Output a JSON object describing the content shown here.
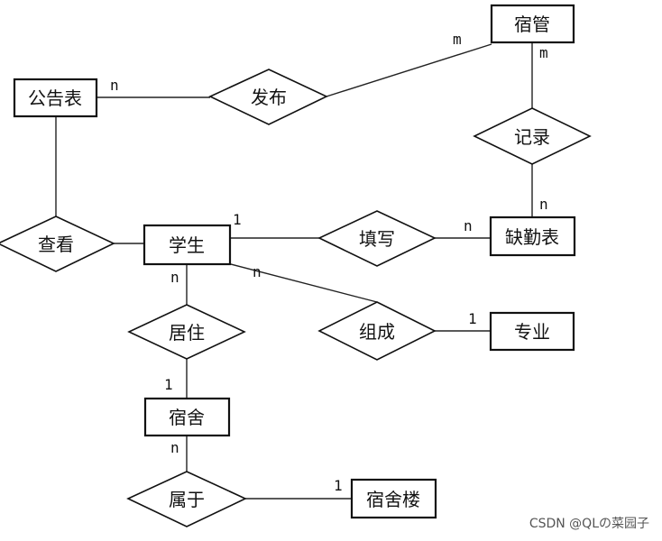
{
  "entities": {
    "dorm_manager": "宿管",
    "notice_table": "公告表",
    "student": "学生",
    "absence_table": "缺勤表",
    "major": "专业",
    "dorm_room": "宿舍",
    "dorm_building": "宿舍楼"
  },
  "relationships": {
    "publish": "发布",
    "record": "记录",
    "view": "查看",
    "fill_in": "填写",
    "compose": "组成",
    "reside": "居住",
    "belong_to": "属于"
  },
  "cardinalities": {
    "publish_manager": "m",
    "publish_notice": "n",
    "record_manager": "m",
    "record_absence": "n",
    "fill_student": "1",
    "fill_absence": "n",
    "compose_student": "n",
    "compose_major": "1",
    "reside_student": "n",
    "reside_room": "1",
    "belong_room": "n",
    "belong_building": "1"
  },
  "watermark": "CSDN @QLの菜园子"
}
